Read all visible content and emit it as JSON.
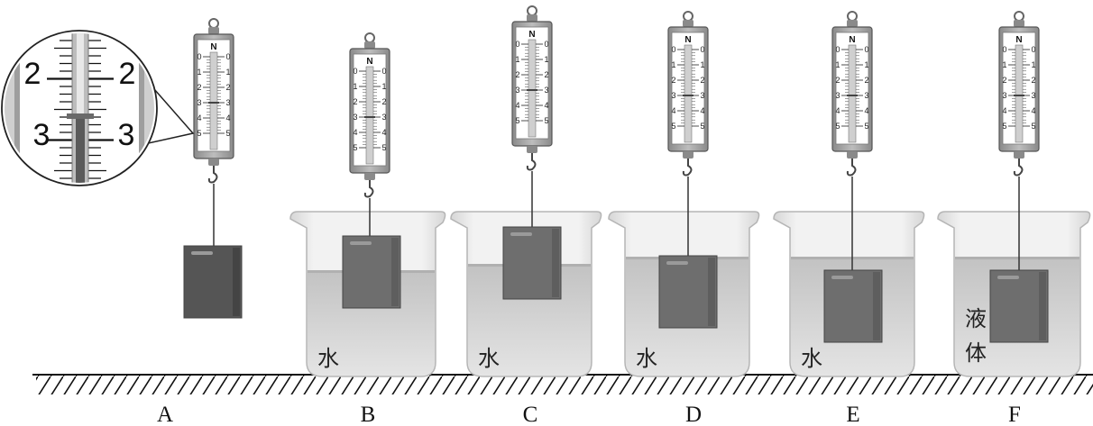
{
  "setups": [
    {
      "label": "A",
      "liquid": ""
    },
    {
      "label": "B",
      "liquid": "水"
    },
    {
      "label": "C",
      "liquid": "水"
    },
    {
      "label": "D",
      "liquid": "水"
    },
    {
      "label": "E",
      "liquid": "水"
    },
    {
      "label": "F",
      "liquid": "液\n体"
    }
  ],
  "scale": {
    "unit": "N",
    "ticks": [
      "0",
      "1",
      "2",
      "3",
      "4",
      "5"
    ]
  },
  "magnifier": {
    "upper_reading": "2",
    "lower_reading": "3"
  },
  "colors": {
    "block": "#6e6e6e",
    "block_dark": "#555555",
    "water": "#c9c9c9",
    "beaker_glass": "#e6e6e6",
    "meter_body": "#9a9a9a"
  }
}
